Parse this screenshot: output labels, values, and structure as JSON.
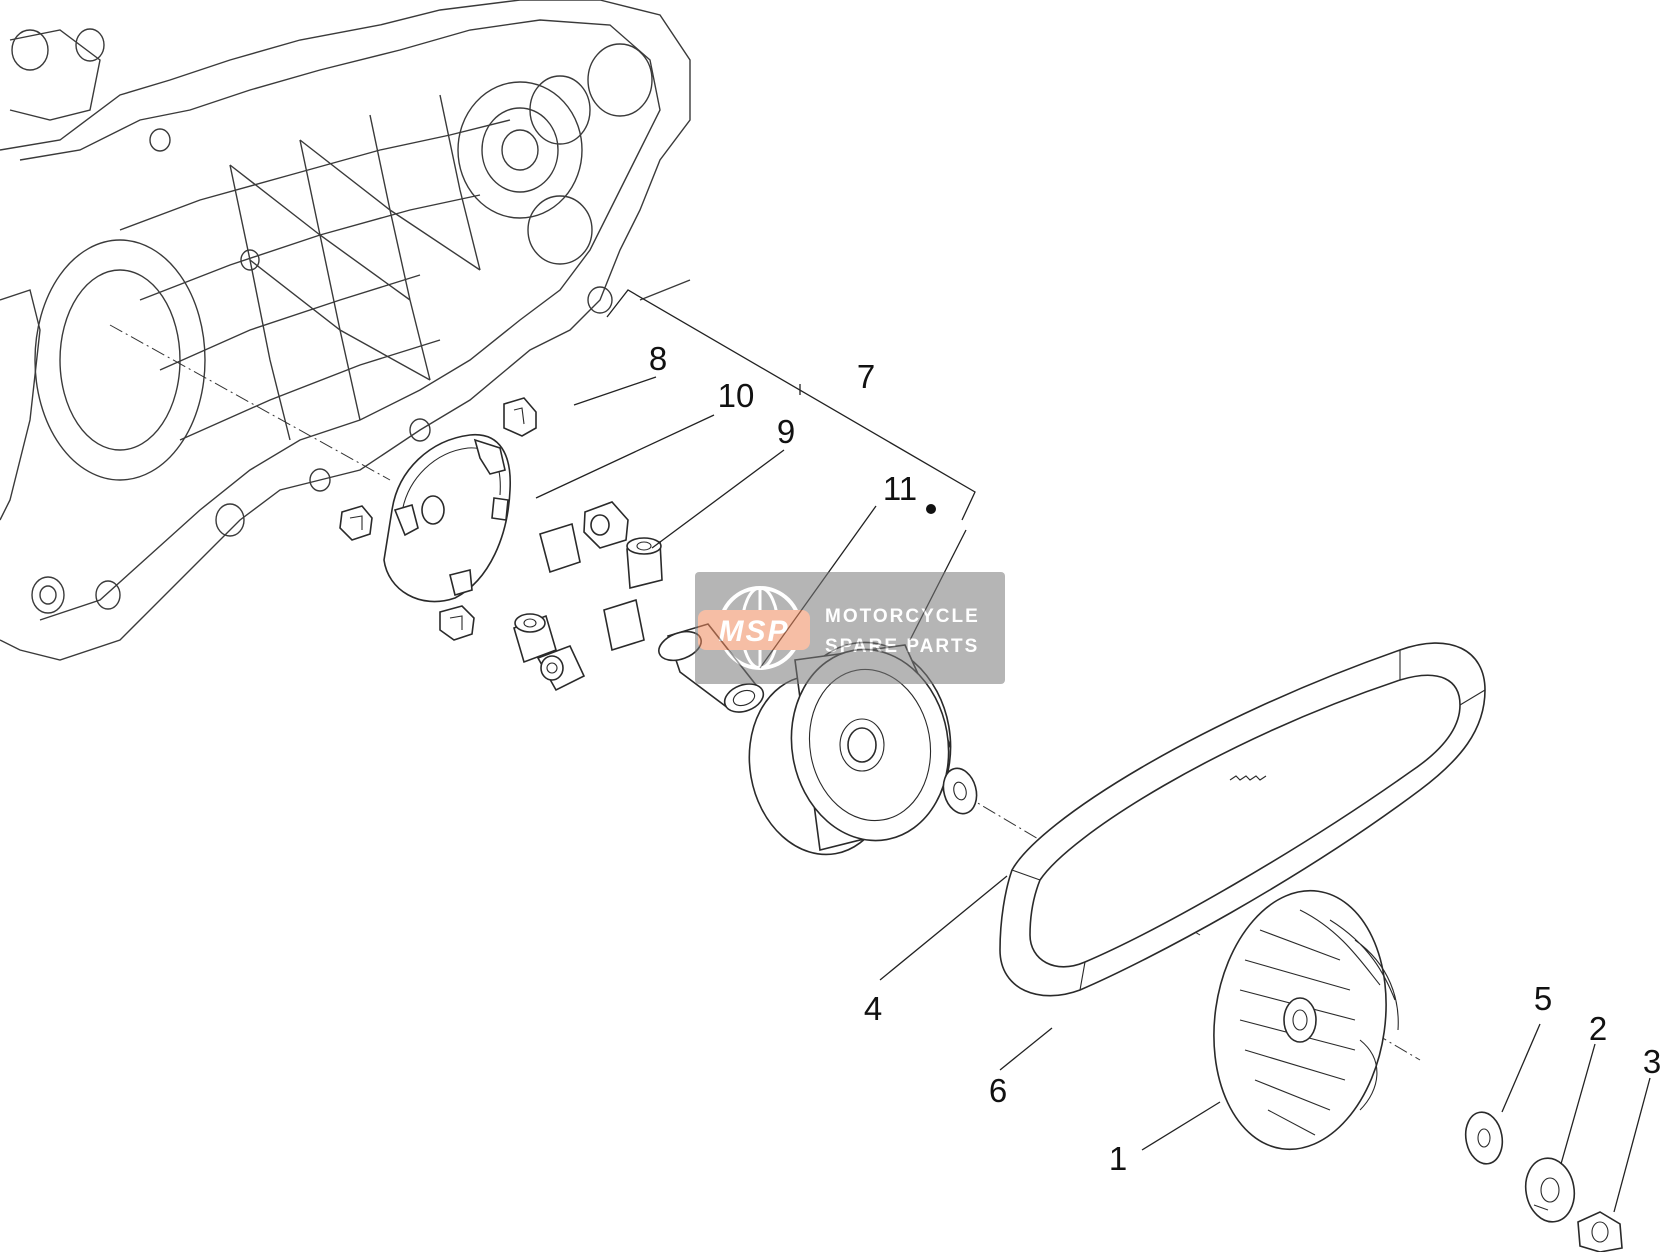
{
  "title": "",
  "callouts": [
    {
      "id": "1",
      "label": "1"
    },
    {
      "id": "2",
      "label": "2"
    },
    {
      "id": "3",
      "label": "3"
    },
    {
      "id": "4",
      "label": "4"
    },
    {
      "id": "5",
      "label": "5"
    },
    {
      "id": "6",
      "label": "6"
    },
    {
      "id": "7",
      "label": "7"
    },
    {
      "id": "8",
      "label": "8"
    },
    {
      "id": "9",
      "label": "9"
    },
    {
      "id": "10",
      "label": "10"
    },
    {
      "id": "11",
      "label": "11"
    }
  ],
  "watermark": {
    "logo_text": "MSP",
    "line1": "MOTORCYCLE",
    "line2": "SPARE PARTS",
    "accent_color": "#f08a5d",
    "text_color": "#ffffff",
    "panel_color": "#7a7a7a"
  },
  "colors": {
    "line": "#2a2a2a",
    "background": "#ffffff"
  }
}
